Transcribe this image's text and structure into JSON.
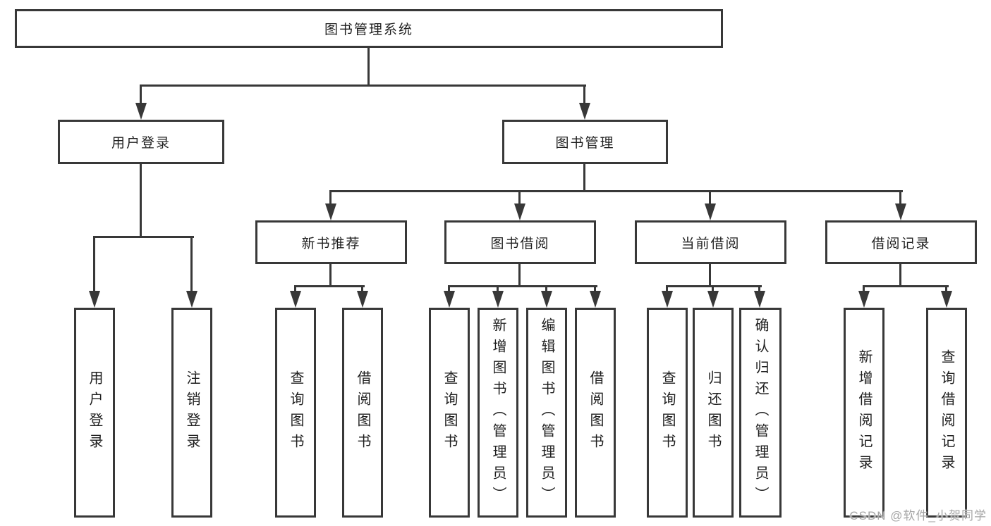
{
  "tree": {
    "root": {
      "label": "图书管理系统"
    },
    "branches": [
      {
        "label": "用户登录",
        "children": [
          {
            "label": "用户登录"
          },
          {
            "label": "注销登录"
          }
        ]
      },
      {
        "label": "图书管理",
        "children": [
          {
            "label": "新书推荐",
            "children": [
              {
                "label": "查询图书"
              },
              {
                "label": "借阅图书"
              }
            ]
          },
          {
            "label": "图书借阅",
            "children": [
              {
                "label": "查询图书"
              },
              {
                "label": "新增图书（管理员）"
              },
              {
                "label": "编辑图书（管理员）"
              },
              {
                "label": "借阅图书"
              }
            ]
          },
          {
            "label": "当前借阅",
            "children": [
              {
                "label": "查询图书"
              },
              {
                "label": "归还图书"
              },
              {
                "label": "确认归还（管理员）"
              }
            ]
          },
          {
            "label": "借阅记录",
            "children": [
              {
                "label": "新增借阅记录"
              },
              {
                "label": "查询借阅记录"
              }
            ]
          }
        ]
      }
    ]
  },
  "watermark": {
    "text": "CSDN @软件_小贺同学"
  },
  "colors": {
    "line": "#383838",
    "text": "#1f1f1f",
    "watermark": "#a6a6a6",
    "background": "#ffffff"
  }
}
